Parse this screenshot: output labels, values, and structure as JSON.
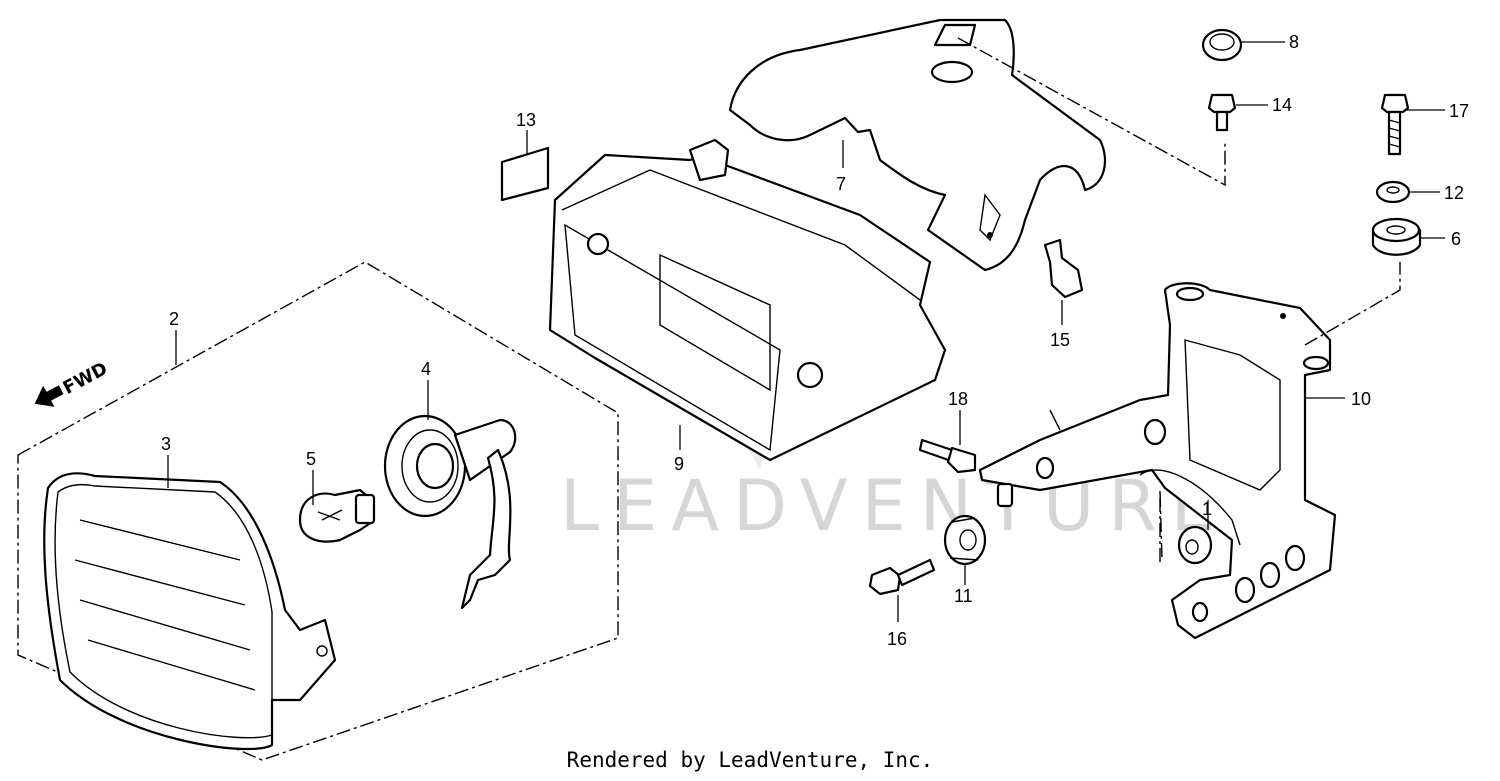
{
  "watermark": "LEADVENTURE",
  "direction_label": "FWD",
  "callouts": {
    "p1": "1",
    "p2": "2",
    "p3": "3",
    "p4": "4",
    "p5": "5",
    "p6": "6",
    "p7": "7",
    "p8": "8",
    "p9": "9",
    "p10": "10",
    "p11": "11",
    "p12": "12",
    "p13": "13",
    "p14": "14",
    "p15": "15",
    "p16": "16",
    "p17": "17",
    "p18": "18"
  },
  "credit": "Rendered by LeadVenture, Inc."
}
